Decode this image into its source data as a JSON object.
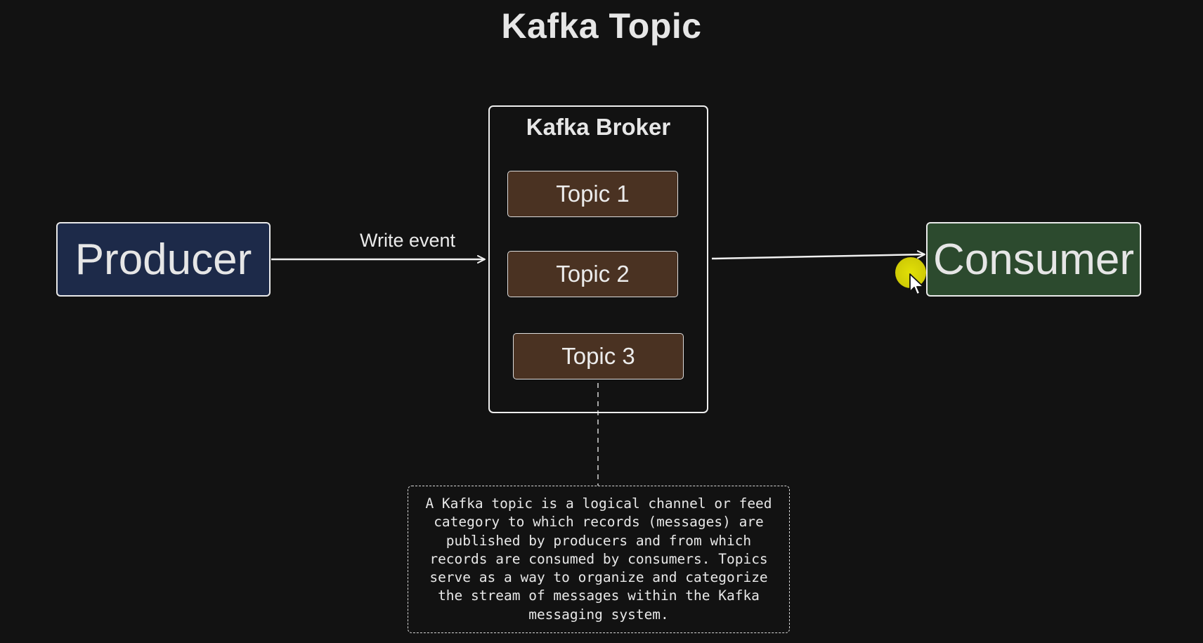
{
  "title": "Kafka Topic",
  "producer": {
    "label": "Producer"
  },
  "consumer": {
    "label": "Consumer"
  },
  "broker": {
    "title": "Kafka Broker",
    "topics": [
      "Topic 1",
      "Topic 2",
      "Topic 3"
    ]
  },
  "edges": {
    "producer_to_broker_label": "Write event"
  },
  "note": {
    "text": "A Kafka topic is a logical channel or feed\ncategory to which records (messages) are\npublished by producers and from which\nrecords are consumed by consumers. Topics\nserve as a way to organize and categorize\nthe stream of messages within the Kafka\nmessaging system."
  },
  "colors": {
    "background": "#121212",
    "producer_fill": "#1d2a49",
    "consumer_fill": "#2c4a2e",
    "topic_fill": "#4a3222",
    "cursor_highlight": "#e2e007"
  }
}
